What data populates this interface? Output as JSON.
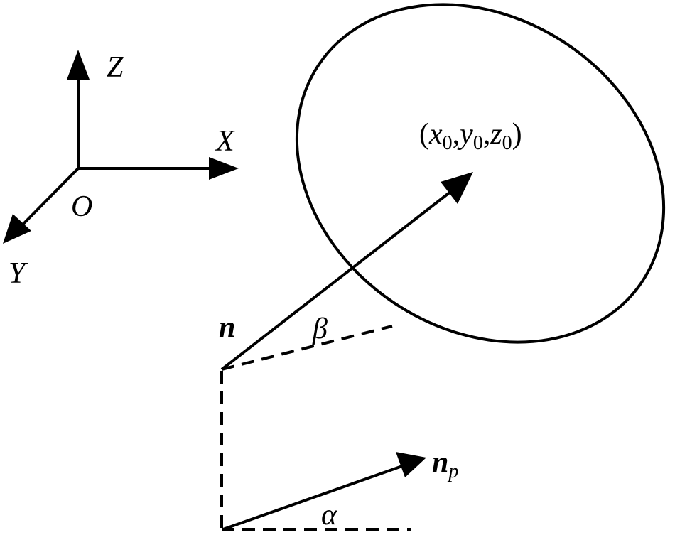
{
  "axes": {
    "z_label": "Z",
    "x_label": "X",
    "y_label": "Y",
    "origin_label": "O"
  },
  "center": {
    "open_paren": "(",
    "x": "x",
    "y": "y",
    "z": "z",
    "subscript": "0",
    "comma": ",",
    "close_paren": ")"
  },
  "vectors": {
    "normal_label": "n",
    "projection_base": "n",
    "projection_subscript": "p"
  },
  "angles": {
    "beta": "β",
    "alpha": "α"
  },
  "colors": {
    "stroke": "#000000",
    "background": "#ffffff"
  }
}
